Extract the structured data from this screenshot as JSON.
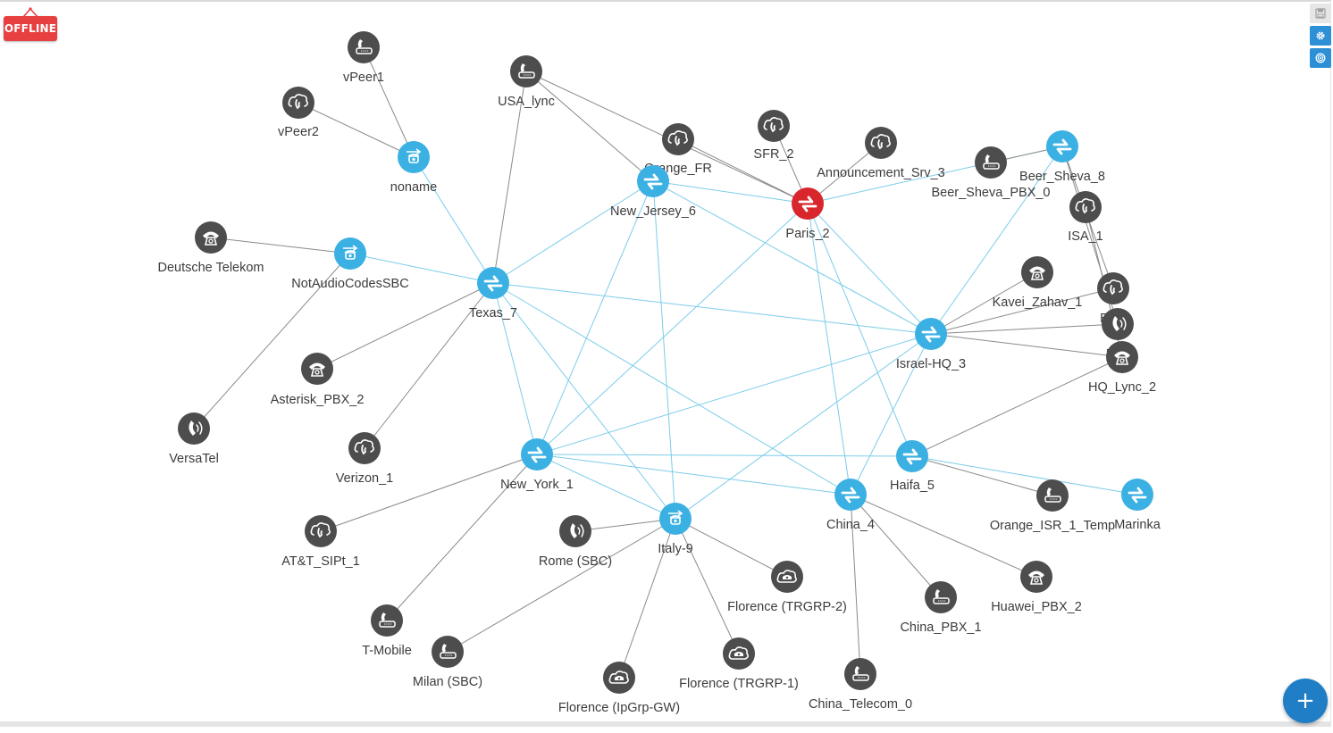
{
  "status": {
    "offline_label": "OFFLINE"
  },
  "toolbar": {
    "save_icon": "floppy-disk-icon",
    "settings_icon": "gear-icon",
    "target_icon": "target-icon"
  },
  "fab": {
    "label": "+"
  },
  "colors": {
    "device_dark": "#4d4d4d",
    "device_blue": "#3bb0e3",
    "device_red": "#d9262c",
    "edge_gray": "#8a8a8a",
    "edge_blue": "#7cccea",
    "accent": "#1f7ec5"
  },
  "nodes": [
    {
      "id": "vPeer1",
      "label": "vPeer1",
      "type": "dark",
      "icon": "ip-phone-icon"
    },
    {
      "id": "vPeer2",
      "label": "vPeer2",
      "type": "dark",
      "icon": "cloud-phone-icon"
    },
    {
      "id": "USA_lync",
      "label": "USA_lync",
      "type": "dark",
      "icon": "ip-phone-icon"
    },
    {
      "id": "Orange_FR",
      "label": "Orange_FR",
      "type": "dark",
      "icon": "cloud-phone-icon"
    },
    {
      "id": "SFR_2",
      "label": "SFR_2",
      "type": "dark",
      "icon": "cloud-phone-icon"
    },
    {
      "id": "Announcement_Srv_3",
      "label": "Announcement_Srv_3",
      "type": "dark",
      "icon": "cloud-phone-icon"
    },
    {
      "id": "Beer_Sheva_PBX_0",
      "label": "Beer_Sheva_PBX_0",
      "type": "dark",
      "icon": "ip-phone-icon"
    },
    {
      "id": "Beer_Sheva_8",
      "label": "Beer_Sheva_8",
      "type": "blue",
      "icon": "sbc-icon"
    },
    {
      "id": "ISA_1",
      "label": "ISA_1",
      "type": "dark",
      "icon": "cloud-phone-icon"
    },
    {
      "id": "noname",
      "label": "noname",
      "type": "blue",
      "icon": "gateway-icon"
    },
    {
      "id": "New_Jersey_6",
      "label": "New_Jersey_6",
      "type": "blue",
      "icon": "sbc-icon"
    },
    {
      "id": "Paris_2",
      "label": "Paris_2",
      "type": "red",
      "icon": "sbc-icon"
    },
    {
      "id": "Deutsche_Telekom",
      "label": "Deutsche Telekom",
      "type": "dark",
      "icon": "pbx-phone-icon"
    },
    {
      "id": "NotAudioCodesSBC",
      "label": "NotAudioCodesSBC",
      "type": "blue",
      "icon": "gateway-icon"
    },
    {
      "id": "Texas_7",
      "label": "Texas_7",
      "type": "blue",
      "icon": "sbc-icon"
    },
    {
      "id": "Kavei_Zahav_1",
      "label": "Kavei_Zahav_1",
      "type": "dark",
      "icon": "pbx-phone-icon"
    },
    {
      "id": "Be_0",
      "label": "Be 0",
      "type": "dark",
      "icon": "cloud-phone-icon"
    },
    {
      "id": "B_3",
      "label": "B- 3",
      "type": "dark",
      "icon": "handset-icon"
    },
    {
      "id": "Israel_HQ_3",
      "label": "Israel-HQ_3",
      "type": "blue",
      "icon": "sbc-icon"
    },
    {
      "id": "HQ_Lync_2",
      "label": "HQ_Lync_2",
      "type": "dark",
      "icon": "pbx-phone-icon"
    },
    {
      "id": "Asterisk_PBX_2",
      "label": "Asterisk_PBX_2",
      "type": "dark",
      "icon": "pbx-phone-icon"
    },
    {
      "id": "VersaTel",
      "label": "VersaTel",
      "type": "dark",
      "icon": "handset-icon"
    },
    {
      "id": "Verizon_1",
      "label": "Verizon_1",
      "type": "dark",
      "icon": "cloud-phone-icon"
    },
    {
      "id": "New_York_1",
      "label": "New_York_1",
      "type": "blue",
      "icon": "sbc-icon"
    },
    {
      "id": "Haifa_5",
      "label": "Haifa_5",
      "type": "blue",
      "icon": "sbc-icon"
    },
    {
      "id": "China_4",
      "label": "China_4",
      "type": "blue",
      "icon": "sbc-icon"
    },
    {
      "id": "Orange_ISR_1_Temp",
      "label": "Orange_ISR_1_Temp",
      "type": "dark",
      "icon": "ip-phone-icon"
    },
    {
      "id": "Marinka",
      "label": "Marinka",
      "type": "blue",
      "icon": "sbc-icon"
    },
    {
      "id": "ATT_SIPt_1",
      "label": "AT&T_SIPt_1",
      "type": "dark",
      "icon": "cloud-phone-icon"
    },
    {
      "id": "Rome_SBC",
      "label": "Rome (SBC)",
      "type": "dark",
      "icon": "handset-icon"
    },
    {
      "id": "Italy_9",
      "label": "Italy-9",
      "type": "blue",
      "icon": "gateway-icon"
    },
    {
      "id": "Florence_TRGRP_2",
      "label": "Florence (TRGRP-2)",
      "type": "dark",
      "icon": "cloud-pbx-icon"
    },
    {
      "id": "China_PBX_1",
      "label": "China_PBX_1",
      "type": "dark",
      "icon": "ip-phone-icon"
    },
    {
      "id": "Huawei_PBX_2",
      "label": "Huawei_PBX_2",
      "type": "dark",
      "icon": "pbx-phone-icon"
    },
    {
      "id": "T_Mobile",
      "label": "T-Mobile",
      "type": "dark",
      "icon": "ip-phone-icon"
    },
    {
      "id": "Milan_SBC",
      "label": "Milan (SBC)",
      "type": "dark",
      "icon": "ip-phone-icon"
    },
    {
      "id": "Florence_TRGRP_1",
      "label": "Florence (TRGRP-1)",
      "type": "dark",
      "icon": "cloud-pbx-icon"
    },
    {
      "id": "Florence_IpGrp_GW",
      "label": "Florence (IpGrp-GW)",
      "type": "dark",
      "icon": "cloud-pbx-icon"
    },
    {
      "id": "China_Telecom_0",
      "label": "China_Telecom_0",
      "type": "dark",
      "icon": "ip-phone-icon"
    }
  ],
  "edges": [
    {
      "from": "vPeer1",
      "to": "noname",
      "style": "gray"
    },
    {
      "from": "vPeer2",
      "to": "noname",
      "style": "gray"
    },
    {
      "from": "noname",
      "to": "Texas_7",
      "style": "blue"
    },
    {
      "from": "USA_lync",
      "to": "Texas_7",
      "style": "gray"
    },
    {
      "from": "USA_lync",
      "to": "New_Jersey_6",
      "style": "gray"
    },
    {
      "from": "USA_lync",
      "to": "Paris_2",
      "style": "gray"
    },
    {
      "from": "Orange_FR",
      "to": "Paris_2",
      "style": "gray"
    },
    {
      "from": "SFR_2",
      "to": "Paris_2",
      "style": "gray"
    },
    {
      "from": "Announcement_Srv_3",
      "to": "Paris_2",
      "style": "gray"
    },
    {
      "from": "Paris_2",
      "to": "Beer_Sheva_8",
      "style": "blue"
    },
    {
      "from": "Beer_Sheva_PBX_0",
      "to": "Beer_Sheva_8",
      "style": "gray"
    },
    {
      "from": "Beer_Sheva_8",
      "to": "Be_0",
      "style": "gray"
    },
    {
      "from": "Beer_Sheva_8",
      "to": "B_3",
      "style": "gray"
    },
    {
      "from": "Beer_Sheva_8",
      "to": "Israel_HQ_3",
      "style": "blue"
    },
    {
      "from": "ISA_1",
      "to": "HQ_Lync_2",
      "style": "gray"
    },
    {
      "from": "New_Jersey_6",
      "to": "Paris_2",
      "style": "blue"
    },
    {
      "from": "New_Jersey_6",
      "to": "Texas_7",
      "style": "blue"
    },
    {
      "from": "New_Jersey_6",
      "to": "Israel_HQ_3",
      "style": "blue"
    },
    {
      "from": "New_Jersey_6",
      "to": "New_York_1",
      "style": "blue"
    },
    {
      "from": "New_Jersey_6",
      "to": "Italy_9",
      "style": "blue"
    },
    {
      "from": "Paris_2",
      "to": "New_York_1",
      "style": "blue"
    },
    {
      "from": "Paris_2",
      "to": "Israel_HQ_3",
      "style": "blue"
    },
    {
      "from": "Paris_2",
      "to": "China_4",
      "style": "blue"
    },
    {
      "from": "Paris_2",
      "to": "Haifa_5",
      "style": "blue"
    },
    {
      "from": "Deutsche_Telekom",
      "to": "NotAudioCodesSBC",
      "style": "gray"
    },
    {
      "from": "NotAudioCodesSBC",
      "to": "Texas_7",
      "style": "blue"
    },
    {
      "from": "NotAudioCodesSBC",
      "to": "VersaTel",
      "style": "gray"
    },
    {
      "from": "Texas_7",
      "to": "Israel_HQ_3",
      "style": "blue"
    },
    {
      "from": "Texas_7",
      "to": "Asterisk_PBX_2",
      "style": "gray"
    },
    {
      "from": "Texas_7",
      "to": "Verizon_1",
      "style": "gray"
    },
    {
      "from": "Texas_7",
      "to": "New_York_1",
      "style": "blue"
    },
    {
      "from": "Texas_7",
      "to": "Italy_9",
      "style": "blue"
    },
    {
      "from": "Texas_7",
      "to": "China_4",
      "style": "blue"
    },
    {
      "from": "Kavei_Zahav_1",
      "to": "Israel_HQ_3",
      "style": "gray"
    },
    {
      "from": "Be_0",
      "to": "Israel_HQ_3",
      "style": "gray"
    },
    {
      "from": "B_3",
      "to": "Israel_HQ_3",
      "style": "gray"
    },
    {
      "from": "HQ_Lync_2",
      "to": "Israel_HQ_3",
      "style": "gray"
    },
    {
      "from": "HQ_Lync_2",
      "to": "Haifa_5",
      "style": "gray"
    },
    {
      "from": "Israel_HQ_3",
      "to": "New_York_1",
      "style": "blue"
    },
    {
      "from": "Israel_HQ_3",
      "to": "Italy_9",
      "style": "blue"
    },
    {
      "from": "Israel_HQ_3",
      "to": "China_4",
      "style": "blue"
    },
    {
      "from": "New_York_1",
      "to": "Haifa_5",
      "style": "blue"
    },
    {
      "from": "New_York_1",
      "to": "China_4",
      "style": "blue"
    },
    {
      "from": "New_York_1",
      "to": "Italy_9",
      "style": "blue"
    },
    {
      "from": "New_York_1",
      "to": "ATT_SIPt_1",
      "style": "gray"
    },
    {
      "from": "New_York_1",
      "to": "T_Mobile",
      "style": "gray"
    },
    {
      "from": "Haifa_5",
      "to": "Orange_ISR_1_Temp",
      "style": "gray"
    },
    {
      "from": "Haifa_5",
      "to": "Marinka",
      "style": "blue"
    },
    {
      "from": "China_4",
      "to": "China_PBX_1",
      "style": "gray"
    },
    {
      "from": "China_4",
      "to": "Huawei_PBX_2",
      "style": "gray"
    },
    {
      "from": "China_4",
      "to": "China_Telecom_0",
      "style": "gray"
    },
    {
      "from": "Italy_9",
      "to": "Rome_SBC",
      "style": "gray"
    },
    {
      "from": "Italy_9",
      "to": "Florence_TRGRP_2",
      "style": "gray"
    },
    {
      "from": "Italy_9",
      "to": "Milan_SBC",
      "style": "gray"
    },
    {
      "from": "Italy_9",
      "to": "Florence_TRGRP_1",
      "style": "gray"
    },
    {
      "from": "Italy_9",
      "to": "Florence_IpGrp_GW",
      "style": "gray"
    }
  ]
}
